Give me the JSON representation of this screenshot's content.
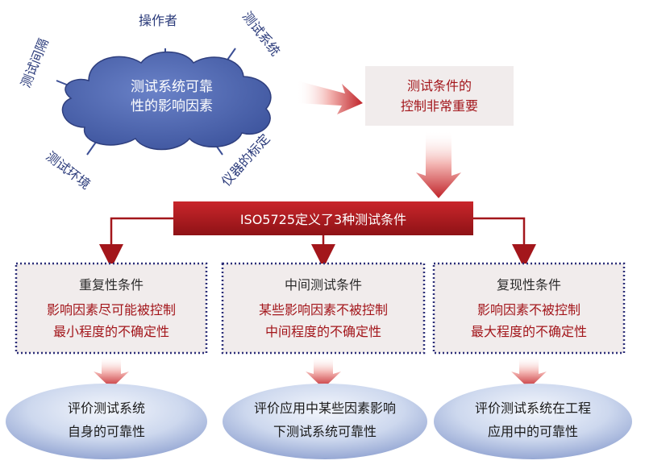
{
  "colors": {
    "cloud_fill": "#4a62aa",
    "cloud_stroke": "#2f3f7e",
    "spoke": "#3c4f95",
    "label_blue": "#2a3a7a",
    "banner_dark": "#a3161b",
    "banner_light": "#c9262b",
    "box_fill": "#f1ecec",
    "box_border": "#2b2e78",
    "red_text": "#a3161b",
    "arrow_red": "#c0242a",
    "ellipse_fill": "#c7d3ea",
    "ellipse_edge": "#7f93c6"
  },
  "cloud": {
    "line1": "测试系统可靠",
    "line2": "性的影响因素"
  },
  "factors": {
    "operator": "操作者",
    "test_system": "测试系统",
    "test_interval": "测试间隔",
    "test_environment": "测试环境",
    "calibration": "仪器的标定"
  },
  "importance_box": {
    "line1": "测试条件的",
    "line2": "控制非常重要"
  },
  "banner": {
    "text": "ISO5725定义了3种测试条件"
  },
  "conditions": [
    {
      "title": "重复性条件",
      "line1": "影响因素尽可能被控制",
      "line2": "最小程度的不确定性",
      "outcome_line1": "评价测试系统",
      "outcome_line2": "自身的可靠性"
    },
    {
      "title": "中间测试条件",
      "line1": "某些影响因素不被控制",
      "line2": "中间程度的不确定性",
      "outcome_line1": "评价应用中某些因素影响",
      "outcome_line2": "下测试系统可靠性"
    },
    {
      "title": "复现性条件",
      "line1": "影响因素不被控制",
      "line2": "最大程度的不确定性",
      "outcome_line1": "评价测试系统在工程",
      "outcome_line2": "应用中的可靠性"
    }
  ]
}
